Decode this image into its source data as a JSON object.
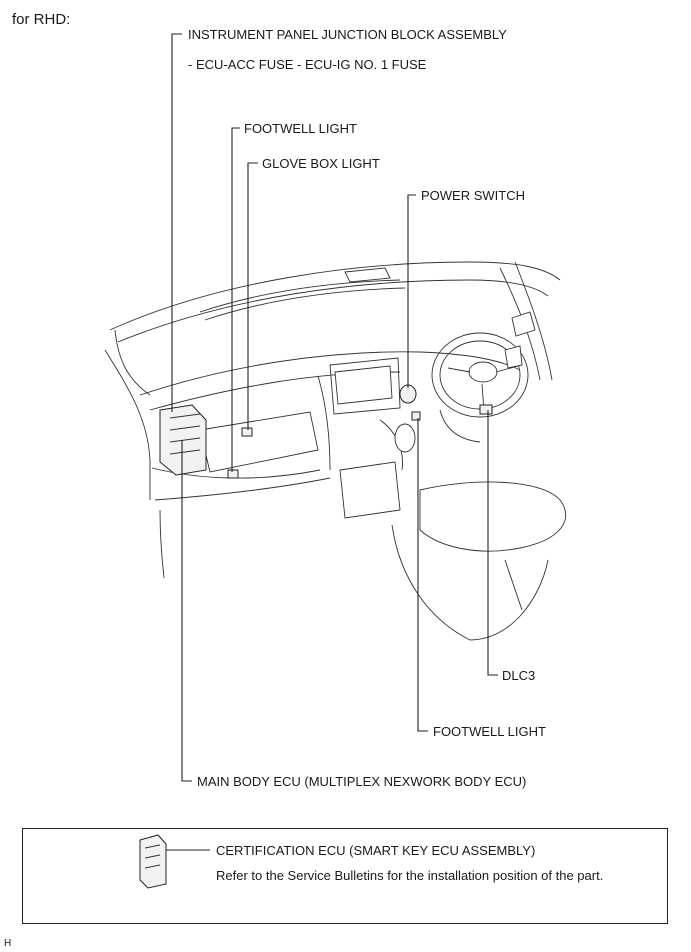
{
  "header": "for RHD:",
  "labels": {
    "instrument_panel": "INSTRUMENT PANEL JUNCTION BLOCK ASSEMBLY",
    "instrument_panel_fuses": "- ECU-ACC FUSE  - ECU-IG NO. 1 FUSE",
    "footwell_light_top": "FOOTWELL LIGHT",
    "glove_box_light": "GLOVE BOX LIGHT",
    "power_switch": "POWER SWITCH",
    "dlc3": "DLC3",
    "footwell_light_bottom": "FOOTWELL LIGHT",
    "main_body_ecu": "MAIN BODY ECU (MULTIPLEX NEXWORK BODY ECU)"
  },
  "note": {
    "title": "CERTIFICATION ECU (SMART KEY ECU ASSEMBLY)",
    "text": "Refer to the Service Bulletins for the installation position of the part."
  },
  "footer_code": "H"
}
